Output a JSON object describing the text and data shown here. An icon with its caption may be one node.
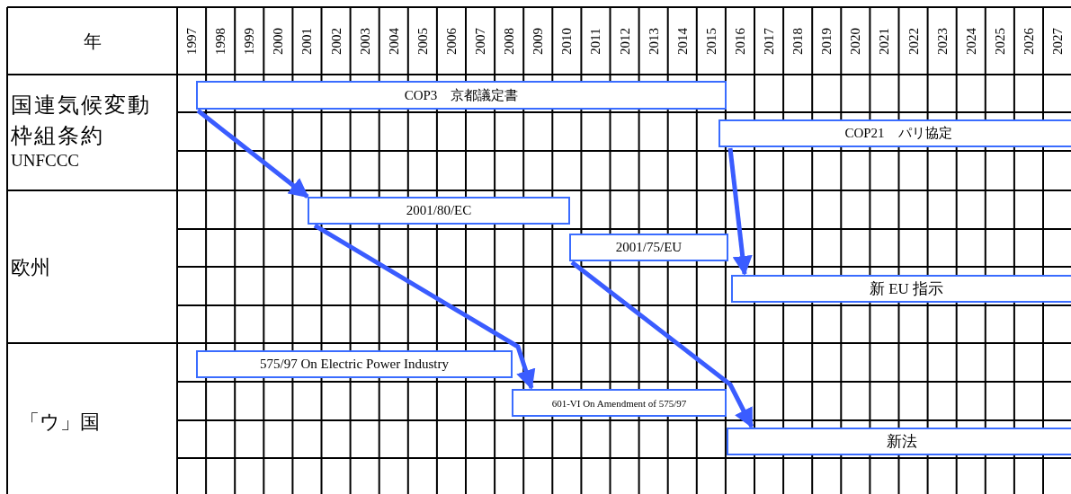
{
  "diagram": {
    "nodes": [
      {
        "text": [
          "COP3　京都議定書"
        ]
      },
      {
        "text": [
          "COP21　パリ協定"
        ]
      },
      {
        "text": [
          "2001/80/EC"
        ]
      },
      {
        "text": [
          "2001/75/EU"
        ]
      },
      {
        "text": [
          "新 EU 指示"
        ]
      },
      {
        "text": [
          "575/97 On Electric Power Industry"
        ]
      },
      {
        "text": [
          "601-VI On Amendment of 575/97"
        ]
      },
      {
        "text": [
          "新法"
        ]
      }
    ],
    "edges": [
      {
        "from": 0,
        "to": 2,
        "arrow": "to"
      },
      {
        "from": 2,
        "to": 6,
        "arrow": "to"
      },
      {
        "from": 1,
        "to": 4,
        "arrow": "to"
      },
      {
        "from": 3,
        "to": 7,
        "arrow": "to"
      }
    ],
    "labels": [
      "年",
      "1997",
      "1998",
      "1999",
      "2000",
      "2001",
      "2002",
      "2003",
      "2004",
      "2005",
      "2006",
      "2007",
      "2008",
      "2009",
      "2010",
      "2011",
      "2012",
      "2013",
      "2014",
      "2015",
      "2016",
      "2017",
      "2018",
      "2019",
      "2020",
      "2021",
      "2022",
      "2023",
      "2024",
      "2025",
      "2026",
      "2027",
      "国連気候変動枠組条約",
      "UNFCCC",
      "欧州",
      "「ウ」国"
    ]
  }
}
